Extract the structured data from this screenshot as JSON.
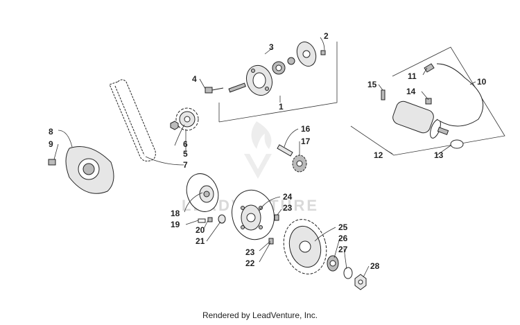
{
  "watermark": {
    "text": "LEADVENTURE"
  },
  "footer": {
    "text": "Rendered by LeadVenture, Inc."
  },
  "callouts": [
    "1",
    "2",
    "3",
    "4",
    "5",
    "6",
    "7",
    "8",
    "9",
    "10",
    "11",
    "12",
    "13",
    "14",
    "15",
    "16",
    "17",
    "18",
    "19",
    "20",
    "21",
    "22",
    "23",
    "23",
    "24",
    "25",
    "26",
    "27",
    "28"
  ]
}
